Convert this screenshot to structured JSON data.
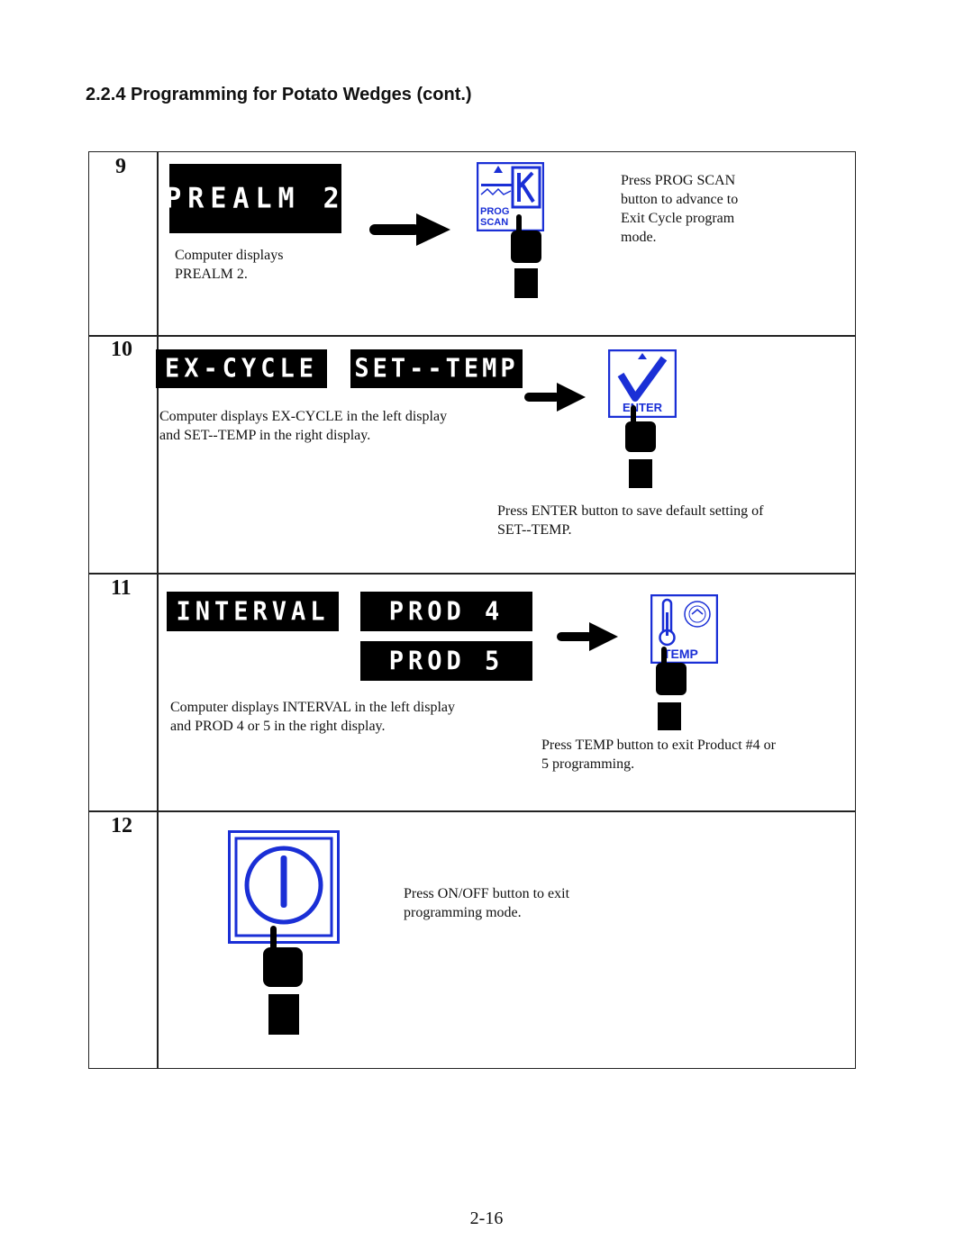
{
  "heading": "2.2.4  Programming for Potato Wedges (cont.)",
  "steps": [
    {
      "number": "9",
      "displays": [
        "PREALM 2"
      ],
      "caption_lines": [
        "Computer displays",
        "PREALM 2."
      ],
      "button": {
        "icon": "prog-scan-icon",
        "label_line1": "PROG",
        "label_line2": "SCAN"
      },
      "instruction_lines": [
        "Press PROG SCAN",
        "button to advance to",
        "Exit Cycle program",
        "mode."
      ]
    },
    {
      "number": "10",
      "displays": [
        "EX-CYCLE",
        "SET--TEMP"
      ],
      "caption_lines": [
        "Computer displays EX-CYCLE in the left display",
        "and SET--TEMP in the right display."
      ],
      "button": {
        "icon": "enter-check-icon",
        "label": "ENTER"
      },
      "instruction_lines": [
        "Press ENTER button to save default setting of",
        "SET--TEMP."
      ]
    },
    {
      "number": "11",
      "displays": [
        "INTERVAL",
        "PROD 4",
        "PROD 5"
      ],
      "caption_lines": [
        "Computer displays INTERVAL in the left display",
        "and PROD 4 or 5 in the right display."
      ],
      "button": {
        "icon": "thermometer-icon",
        "label": "TEMP"
      },
      "instruction_lines": [
        "Press TEMP button to exit Product #4 or",
        "5 programming."
      ]
    },
    {
      "number": "12",
      "button": {
        "icon": "power-icon"
      },
      "instruction_lines": [
        "Press ON/OFF button to exit",
        "programming mode."
      ]
    }
  ],
  "colors": {
    "button_blue": "#1a2fd6",
    "lcd_bg": "#000000"
  },
  "page_number": "2-16"
}
